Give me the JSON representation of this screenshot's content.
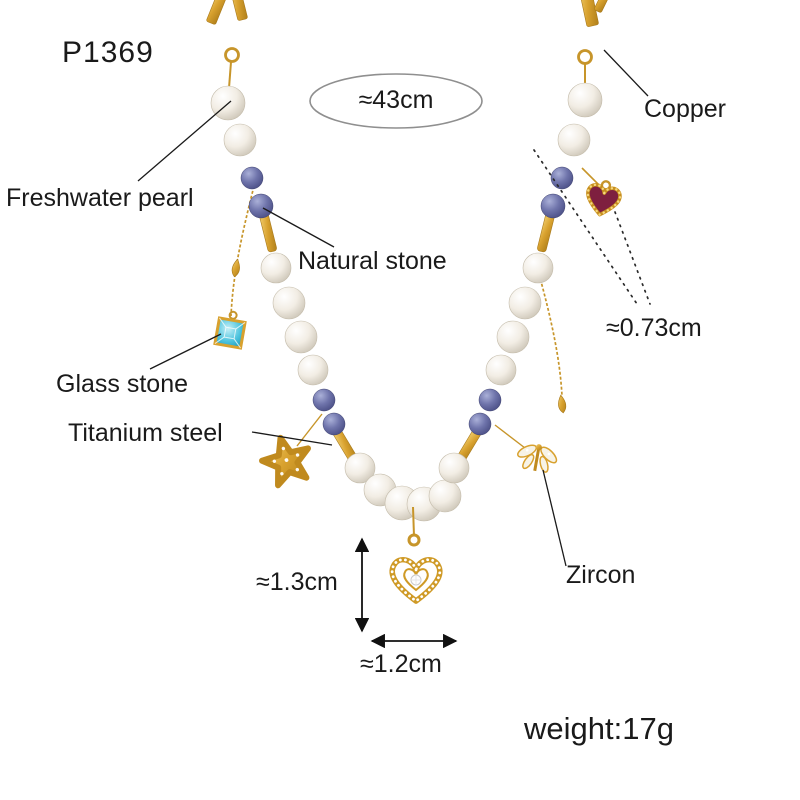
{
  "product": {
    "code": "P1369",
    "weight_label": "weight:17g"
  },
  "measurements": {
    "chain_length": "≈43cm",
    "heart_charm_size": "≈0.73cm",
    "pendant_height": "≈1.3cm",
    "pendant_width": "≈1.2cm"
  },
  "material_labels": {
    "copper": "Copper",
    "freshwater_pearl": "Freshwater pearl",
    "natural_stone": "Natural stone",
    "glass_stone": "Glass stone",
    "titanium_steel": "Titanium steel",
    "zircon": "Zircon"
  },
  "colors": {
    "gold": "#d8a12e",
    "pearl": "#f2ede4",
    "stone_blue": "#6f74ab",
    "glass_teal": "#4ec4de",
    "garnet": "#7e1f3f",
    "text": "#1a1a1a"
  }
}
